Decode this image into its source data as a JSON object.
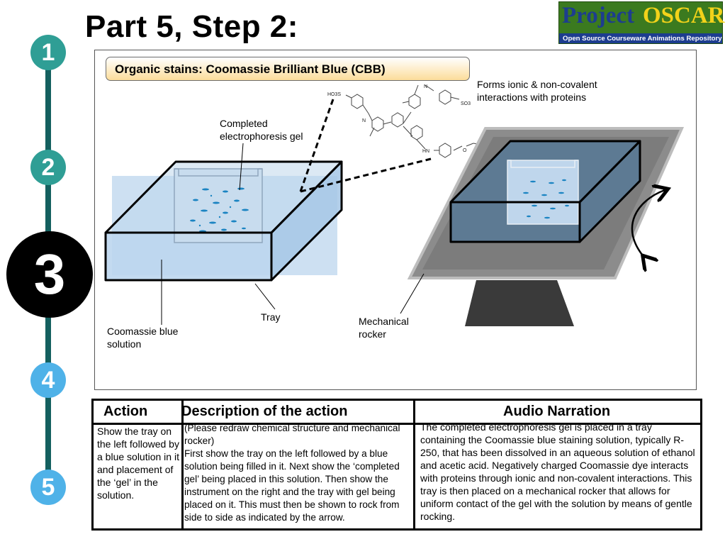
{
  "title": "Part 5, Step 2:",
  "logo": {
    "word1": "Project",
    "word2": "OSCAR",
    "subtitle": "Open Source Courseware Animations Repository"
  },
  "steps": [
    "1",
    "2",
    "3",
    "4",
    "5"
  ],
  "panel": {
    "stain_label": "Organic stains: Coomassie Brilliant Blue (CBB)",
    "interaction_note": "Forms ionic & non-covalent interactions with proteins",
    "gel_label": "Completed electrophoresis gel",
    "tray_label": "Tray",
    "solution_label": "Coomassie blue solution",
    "rocker_label": "Mechanical rocker",
    "structure_labels": {
      "so3_left": "HO3S",
      "so3_right": "SO3",
      "nh": "HN",
      "n_left": "N",
      "n_plus": "N",
      "charge": "+"
    }
  },
  "table": {
    "headers": {
      "action": "Action",
      "description": "Description of the action",
      "audio": "Audio Narration"
    },
    "action": "Show the tray on the left followed by a blue solution in it and placement of the ‘gel’ in the solution.",
    "description": "(Please redraw chemical structure and mechanical rocker)\nFirst show the tray on the left followed by a blue solution being filled in it. Next show the ‘completed gel’ being placed in this solution. Then show  the instrument on the right and the tray with gel being placed on it. This must then be shown to rock from side to side as indicated by the arrow.",
    "audio": "The completed electrophoresis gel is placed in a tray containing the Coomassie blue staining solution, typically R-250, that has been dissolved in an aqueous solution of ethanol and acetic acid. Negatively charged Coomassie dye interacts with proteins through ionic and non-covalent interactions. This tray is then placed on a mechanical rocker that allows for uniform contact of the gel with the solution by means of gentle rocking."
  }
}
